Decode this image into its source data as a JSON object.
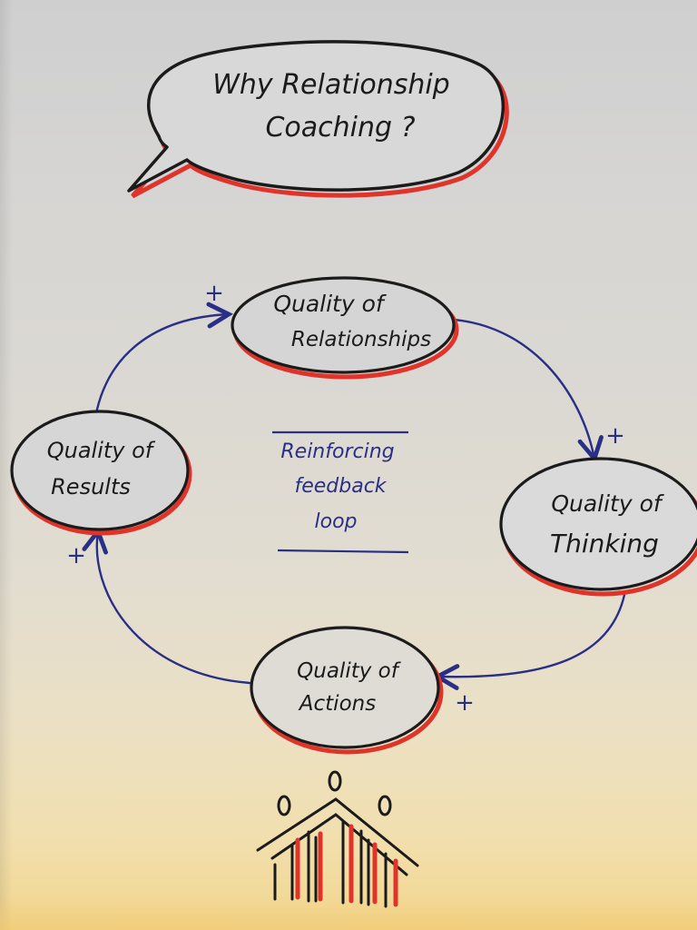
{
  "title": {
    "line1": "Why Relationship",
    "line2": "Coaching ?"
  },
  "nodes": {
    "relationships": {
      "line1": "Quality of",
      "line2": "Relationships",
      "sign": "+"
    },
    "thinking": {
      "line1": "Quality of",
      "line2": "Thinking",
      "sign": "+"
    },
    "actions": {
      "line1": "Quality of",
      "line2": "Actions",
      "sign": "+"
    },
    "results": {
      "line1": "Quality of",
      "line2": "Results",
      "sign": "+"
    }
  },
  "center": {
    "line1": "Reinforcing",
    "line2": "feedback",
    "line3": "loop"
  },
  "colors": {
    "ink": "#1b1b1b",
    "accent_red": "#e0342a",
    "arrow_blue": "#2a2f86"
  },
  "icons": [
    "speech-bubble-icon",
    "people-house-icon"
  ]
}
